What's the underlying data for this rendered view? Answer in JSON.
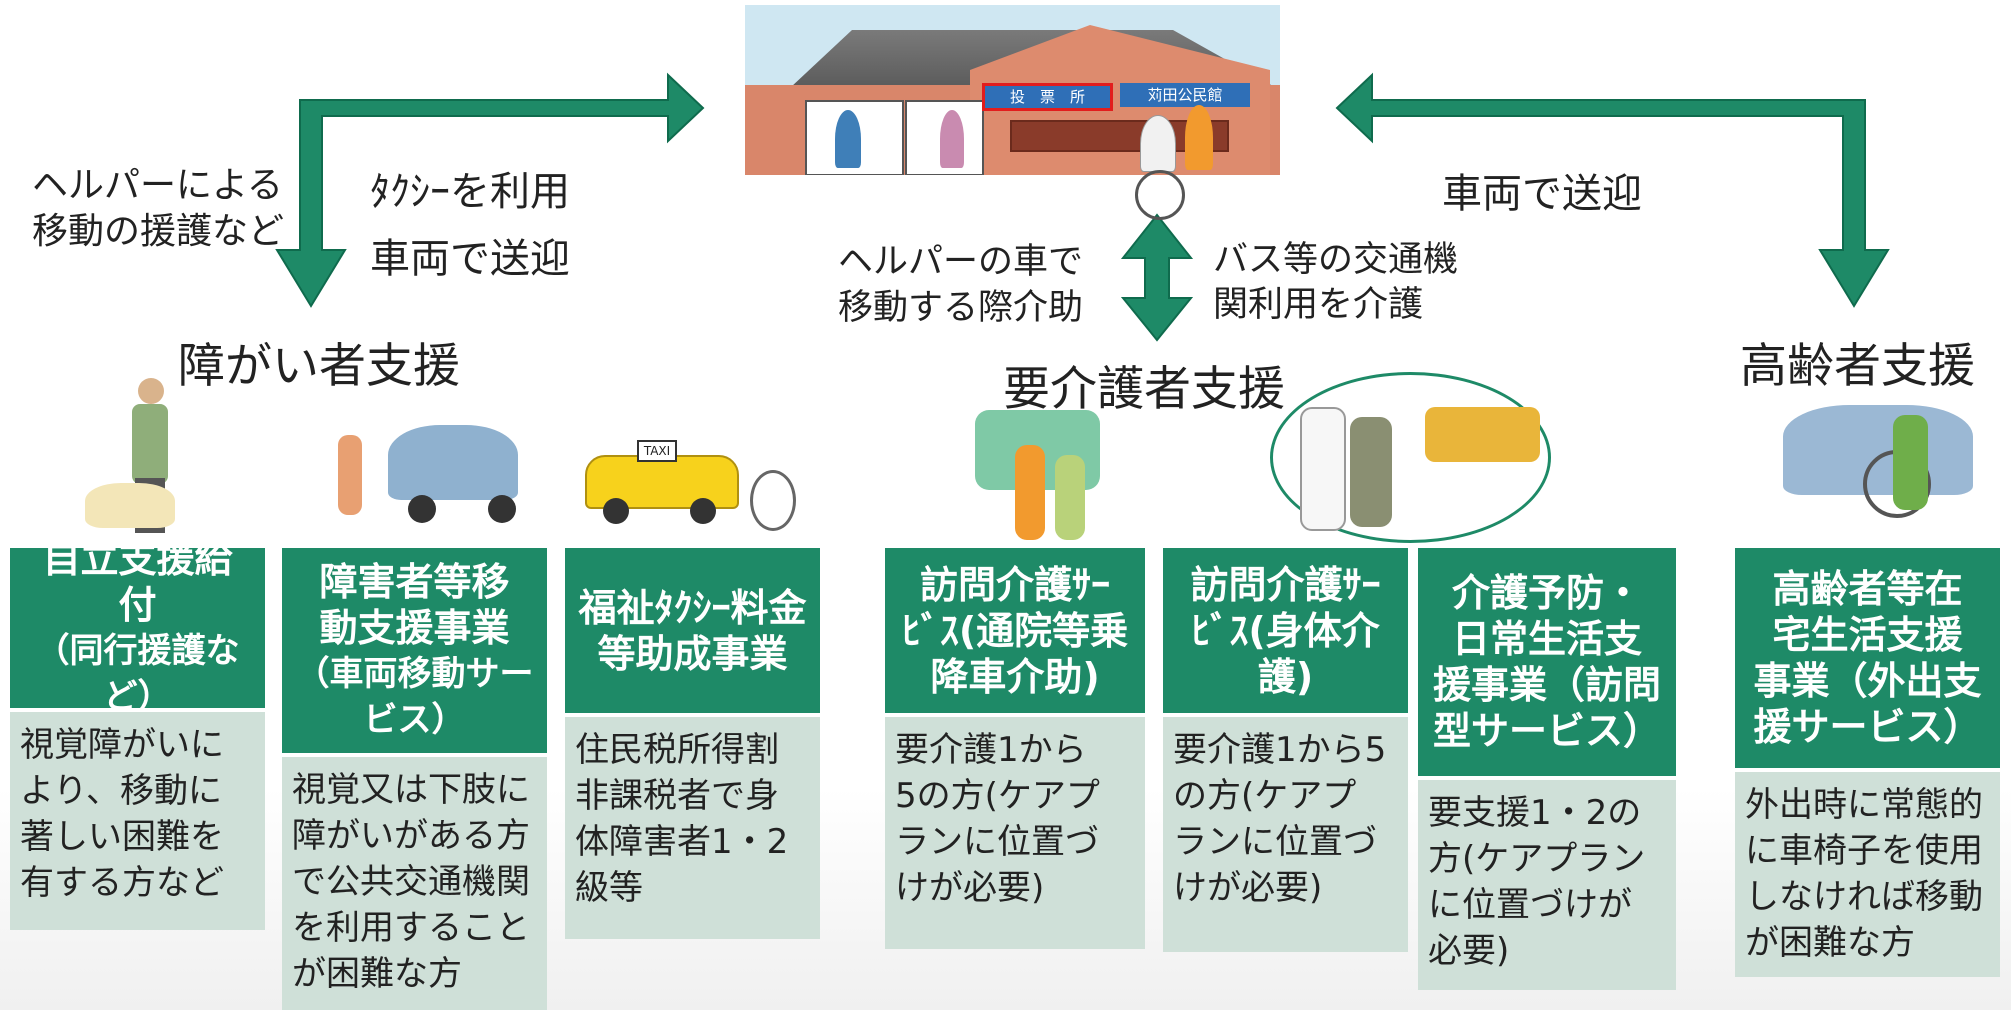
{
  "station": {
    "sign_vote": "投　票　所",
    "sign_hall": "苅田公民館"
  },
  "labels": {
    "helper_move": [
      "ヘルパーによる",
      "移動の援護など"
    ],
    "taxi": "ﾀｸｼｰを利用",
    "vehicle_left": "車両で送迎",
    "helper_car": [
      "ヘルパーの車で",
      "移動する際介助"
    ],
    "bus": [
      "バス等の交通機",
      "関利用を介護"
    ],
    "vehicle_right": "車両で送迎"
  },
  "categories": {
    "disability": "障がい者支援",
    "care": "要介護者支援",
    "elderly": "高齢者支援"
  },
  "services": [
    {
      "title": [
        "自立支援給",
        "付"
      ],
      "title_extra": "（同行援護など）",
      "desc": [
        "視覚障がいに",
        "より、移動に",
        "著しい困難を",
        "有する方など"
      ]
    },
    {
      "title": [
        "障害者等移",
        "動支援事業"
      ],
      "title_extra": "（車両移動サービス）",
      "desc": [
        "視覚又は下肢に",
        "障がいがある方",
        "で公共交通機関",
        "を利用すること",
        "が困難な方"
      ]
    },
    {
      "title": [
        "福祉ﾀｸｼｰ料金",
        "等助成事業"
      ],
      "title_extra": "",
      "desc": [
        "住民税所得割",
        "非課税者で身",
        "体障害者1・2",
        "級等"
      ]
    },
    {
      "title": [
        "訪問介護ｻｰ",
        "ﾋﾞｽ(通院等乗",
        "降車介助)"
      ],
      "title_extra": "",
      "desc": [
        "要介護1から",
        "5の方(ケアプ",
        "ランに位置づ",
        "けが必要)"
      ]
    },
    {
      "title": [
        "訪問介護ｻｰ",
        "ﾋﾞｽ(身体介",
        "護)"
      ],
      "title_extra": "",
      "desc": [
        "要介護1から5",
        "の方(ケアプ",
        "ランに位置づ",
        "けが必要)"
      ]
    },
    {
      "title": [
        "介護予防・",
        "日常生活支",
        "援事業（訪問",
        "型サービス）"
      ],
      "title_extra": "",
      "desc": [
        "要支援1・2の",
        "方(ケアプラン",
        "に位置づけが",
        "必要)"
      ]
    },
    {
      "title": [
        "高齢者等在",
        "宅生活支援",
        "事業（外出支",
        "援サービス）"
      ],
      "title_extra": "",
      "desc": [
        "外出時に常態的",
        "に車椅子を使用",
        "しなければ移動",
        "が困難な方"
      ]
    }
  ],
  "taxi_sign": "TAXI",
  "colors": {
    "accent": "#1e8a67",
    "desc_bg": "#cfe0d8",
    "arrow": "#1e8a67"
  }
}
